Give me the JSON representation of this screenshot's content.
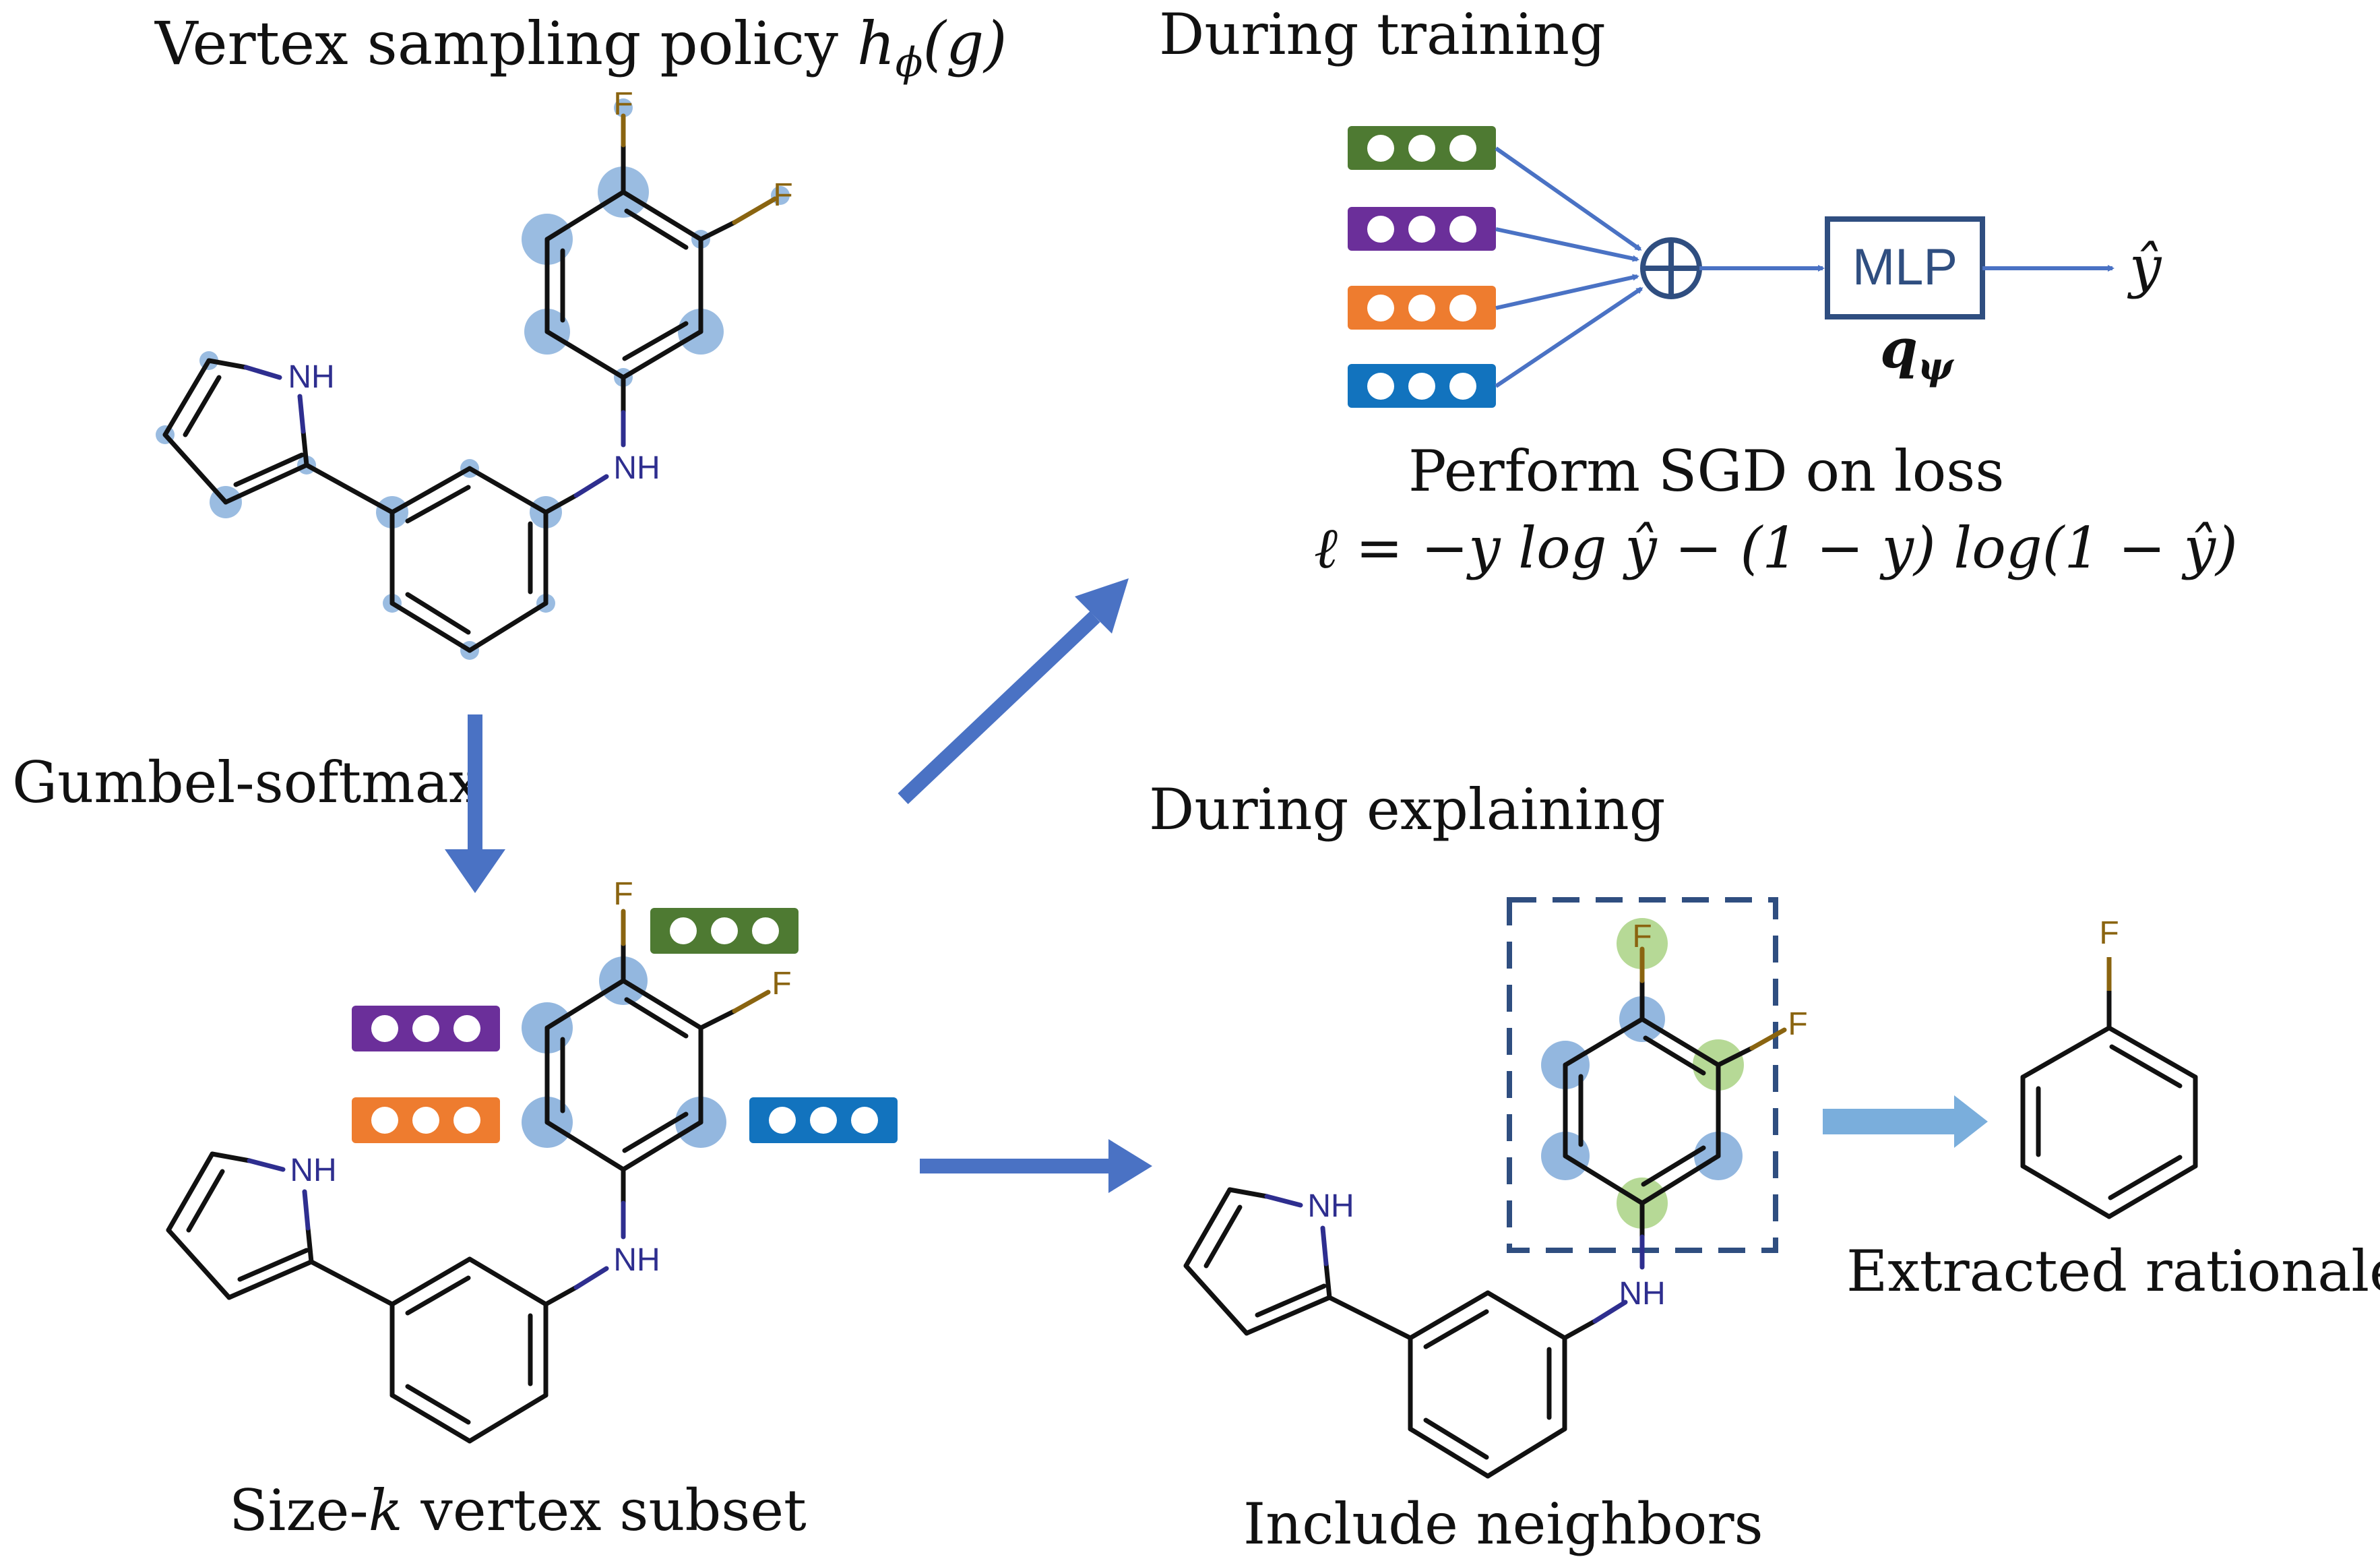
{
  "labels": {
    "vertex_policy_prefix": "Vertex sampling policy ",
    "vertex_policy_math": "h",
    "vertex_policy_sub": "ϕ",
    "vertex_policy_arg": "(g)",
    "gumbel": "Gumbel-softmax",
    "subset_prefix": "Size-",
    "subset_k": "k",
    "subset_suffix": " vertex subset",
    "during_training": "During training",
    "perform_sgd": "Perform SGD on loss",
    "loss_formula": "ℓ = −y log ŷ − (1 − y) log(1 − ŷ)",
    "mlp": "MLP",
    "q_letter": "q",
    "q_sub": "ψ",
    "y_hat": "ŷ",
    "during_explaining": "During explaining",
    "include_neighbors": "Include neighbors",
    "extracted_rationale": "Extracted rationale"
  },
  "atoms": {
    "F": "F",
    "NH": "NH"
  },
  "embedding_colors": [
    "#4e7a32",
    "#6b2f9a",
    "#ee7c2f",
    "#1273be"
  ],
  "colors": {
    "arrow": "#4a72c4",
    "arrow_light": "#7aaedc",
    "bond": "#111111",
    "nitrogen": "#2e2e8f",
    "fluorine": "#8a6410",
    "highlight_blue": "#6f9fd4",
    "highlight_green": "#9ecc73",
    "dashed_box": "#2f4e80",
    "mlp_box": "#2f4e80"
  }
}
